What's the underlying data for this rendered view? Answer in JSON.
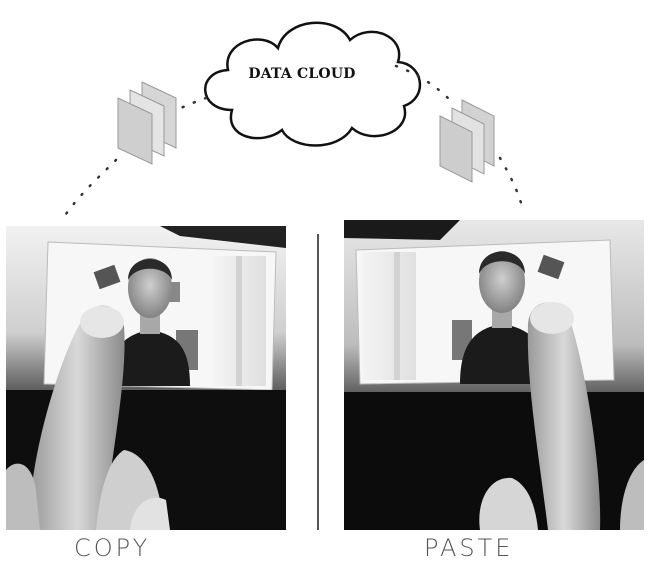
{
  "cloud": {
    "label": "DATA CLOUD"
  },
  "panels": [
    {
      "caption": "COPY"
    },
    {
      "caption": "PASTE"
    }
  ]
}
